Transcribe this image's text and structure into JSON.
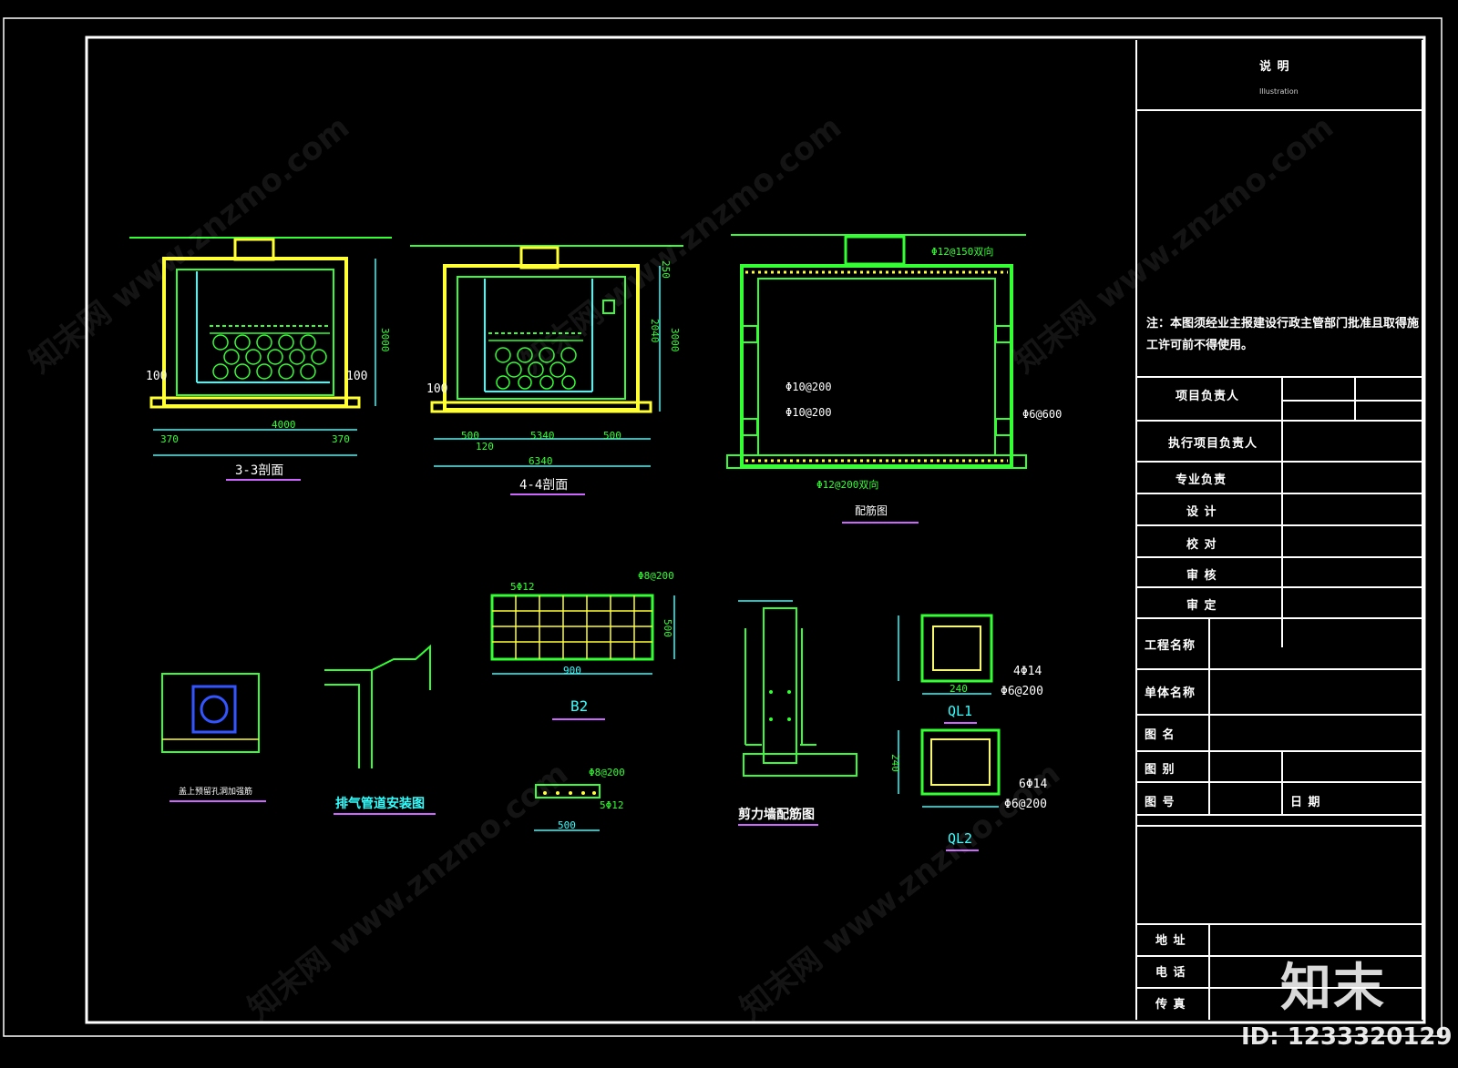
{
  "drawing_labels": {
    "section_3": "3-3剖面",
    "section_4": "4-4剖面",
    "plan_title": "配筋图",
    "b2": "B2",
    "ql1": "QL1",
    "ql2": "QL2",
    "vent": "排气管道安装图",
    "shear_wall": "剪力墙配筋图",
    "cover": "盖上预留孔洞加强筋",
    "dims": {
      "d4000": "4000",
      "d5340": "5340",
      "d6340": "6340",
      "d3000": "3000",
      "d370": "370",
      "d100": "100",
      "d500": "500",
      "d120": "120",
      "d900": "900",
      "d240": "240",
      "d2040": "2040",
      "d250": "250"
    },
    "rebar": {
      "top": "Φ12@150双向",
      "bottom": "Φ12@200双向",
      "wall1": "Φ10@200",
      "wall2": "Φ10@200",
      "right": "Φ6@600",
      "b2_top": "Φ8@200",
      "b2_main": "5Φ12",
      "ql1_a": "4Φ14",
      "ql1_b": "Φ6@200",
      "ql2_a": "6Φ14",
      "ql2_b": "Φ6@200",
      "ql2_tag": "QL2",
      "small_top": "Φ8@200",
      "small_bot": "5Φ12"
    }
  },
  "title_block": {
    "heading": "说 明",
    "heading_sub": "Illustration",
    "note": "注：本图须经业主报建设行政主管部门批准且取得施工许可前不得使用。",
    "rows": [
      {
        "label": "项目负责人"
      },
      {
        "label": "执行项目负责人"
      },
      {
        "label": "专业负责"
      },
      {
        "label": "设 计"
      },
      {
        "label": "校 对"
      },
      {
        "label": "审 核"
      },
      {
        "label": "审 定"
      },
      {
        "label": "工程名称"
      },
      {
        "label": "单体名称"
      },
      {
        "label": "图 名"
      },
      {
        "label": "图 别"
      },
      {
        "label": "图 号"
      }
    ],
    "date_label": "日 期",
    "contact": [
      "地 址",
      "电 话",
      "传 真"
    ]
  },
  "watermark": {
    "logo": "知末",
    "id": "ID: 1233320129",
    "site": "知末网 www.znzmo.com"
  },
  "colors": {
    "green": "#33ff33",
    "yellow": "#ffff33",
    "cyan": "#33ffff",
    "magenta": "#cc66ff",
    "blue": "#3355ff",
    "white": "#ffffff"
  }
}
